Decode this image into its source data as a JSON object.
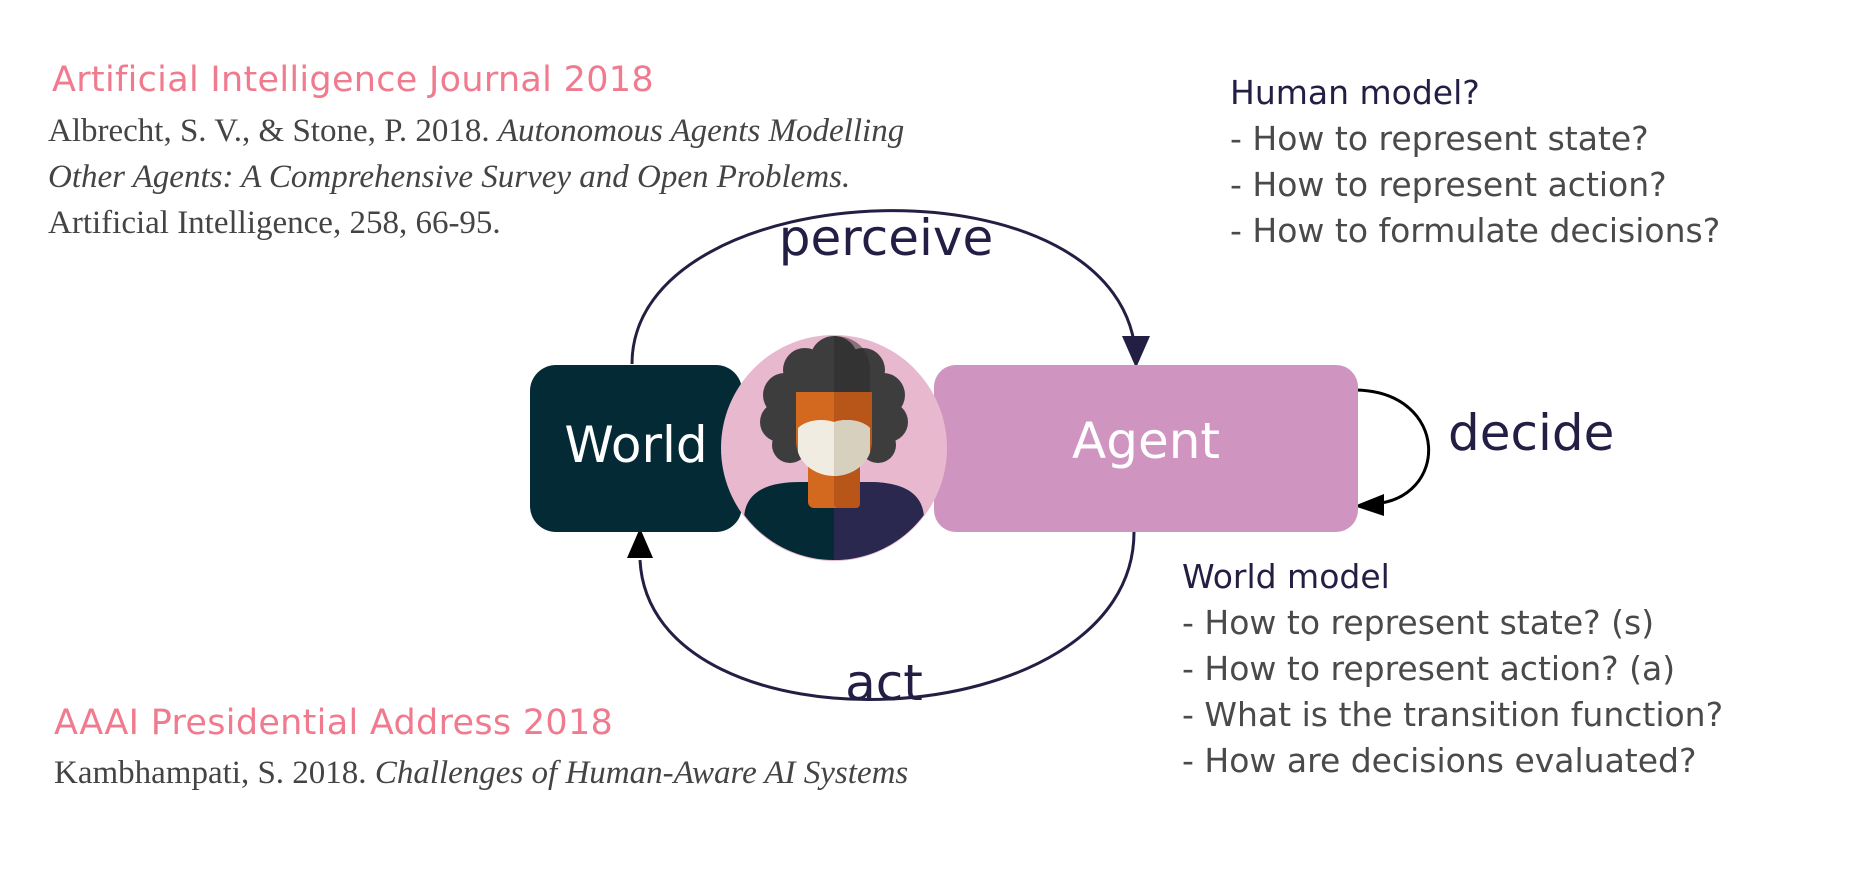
{
  "refs": [
    {
      "title": "Artificial Intelligence Journal 2018",
      "authors": "Albrecht, S. V., & Stone, P. 2018.",
      "work_line1": "Autonomous Agents Modelling",
      "work_line2": "Other Agents: A Comprehensive Survey and Open Problems.",
      "venue": "Artificial Intelligence, 258, 66-95."
    },
    {
      "title": "AAAI Presidential Address 2018",
      "authors": "Kambhampati, S. 2018.",
      "work": "Challenges of Human-Aware AI Systems"
    }
  ],
  "diagram": {
    "world_label": "World",
    "agent_label": "Agent",
    "perceive_label": "perceive",
    "act_label": "act",
    "decide_label": "decide"
  },
  "human_model": {
    "heading": "Human model?",
    "questions": [
      "- How to represent state?",
      "- How to represent action?",
      "- How to formulate decisions?"
    ]
  },
  "world_model": {
    "heading": "World model",
    "questions": [
      "- How to represent state? (s)",
      "- How to represent action? (a)",
      "- What is the transition function?",
      "- How are decisions evaluated?"
    ]
  },
  "colors": {
    "title_pink": "#f07a8e",
    "world_box": "#042a35",
    "agent_box": "#d094c0",
    "avatar_bg": "#e8b8ce",
    "arrow": "#231f44"
  }
}
